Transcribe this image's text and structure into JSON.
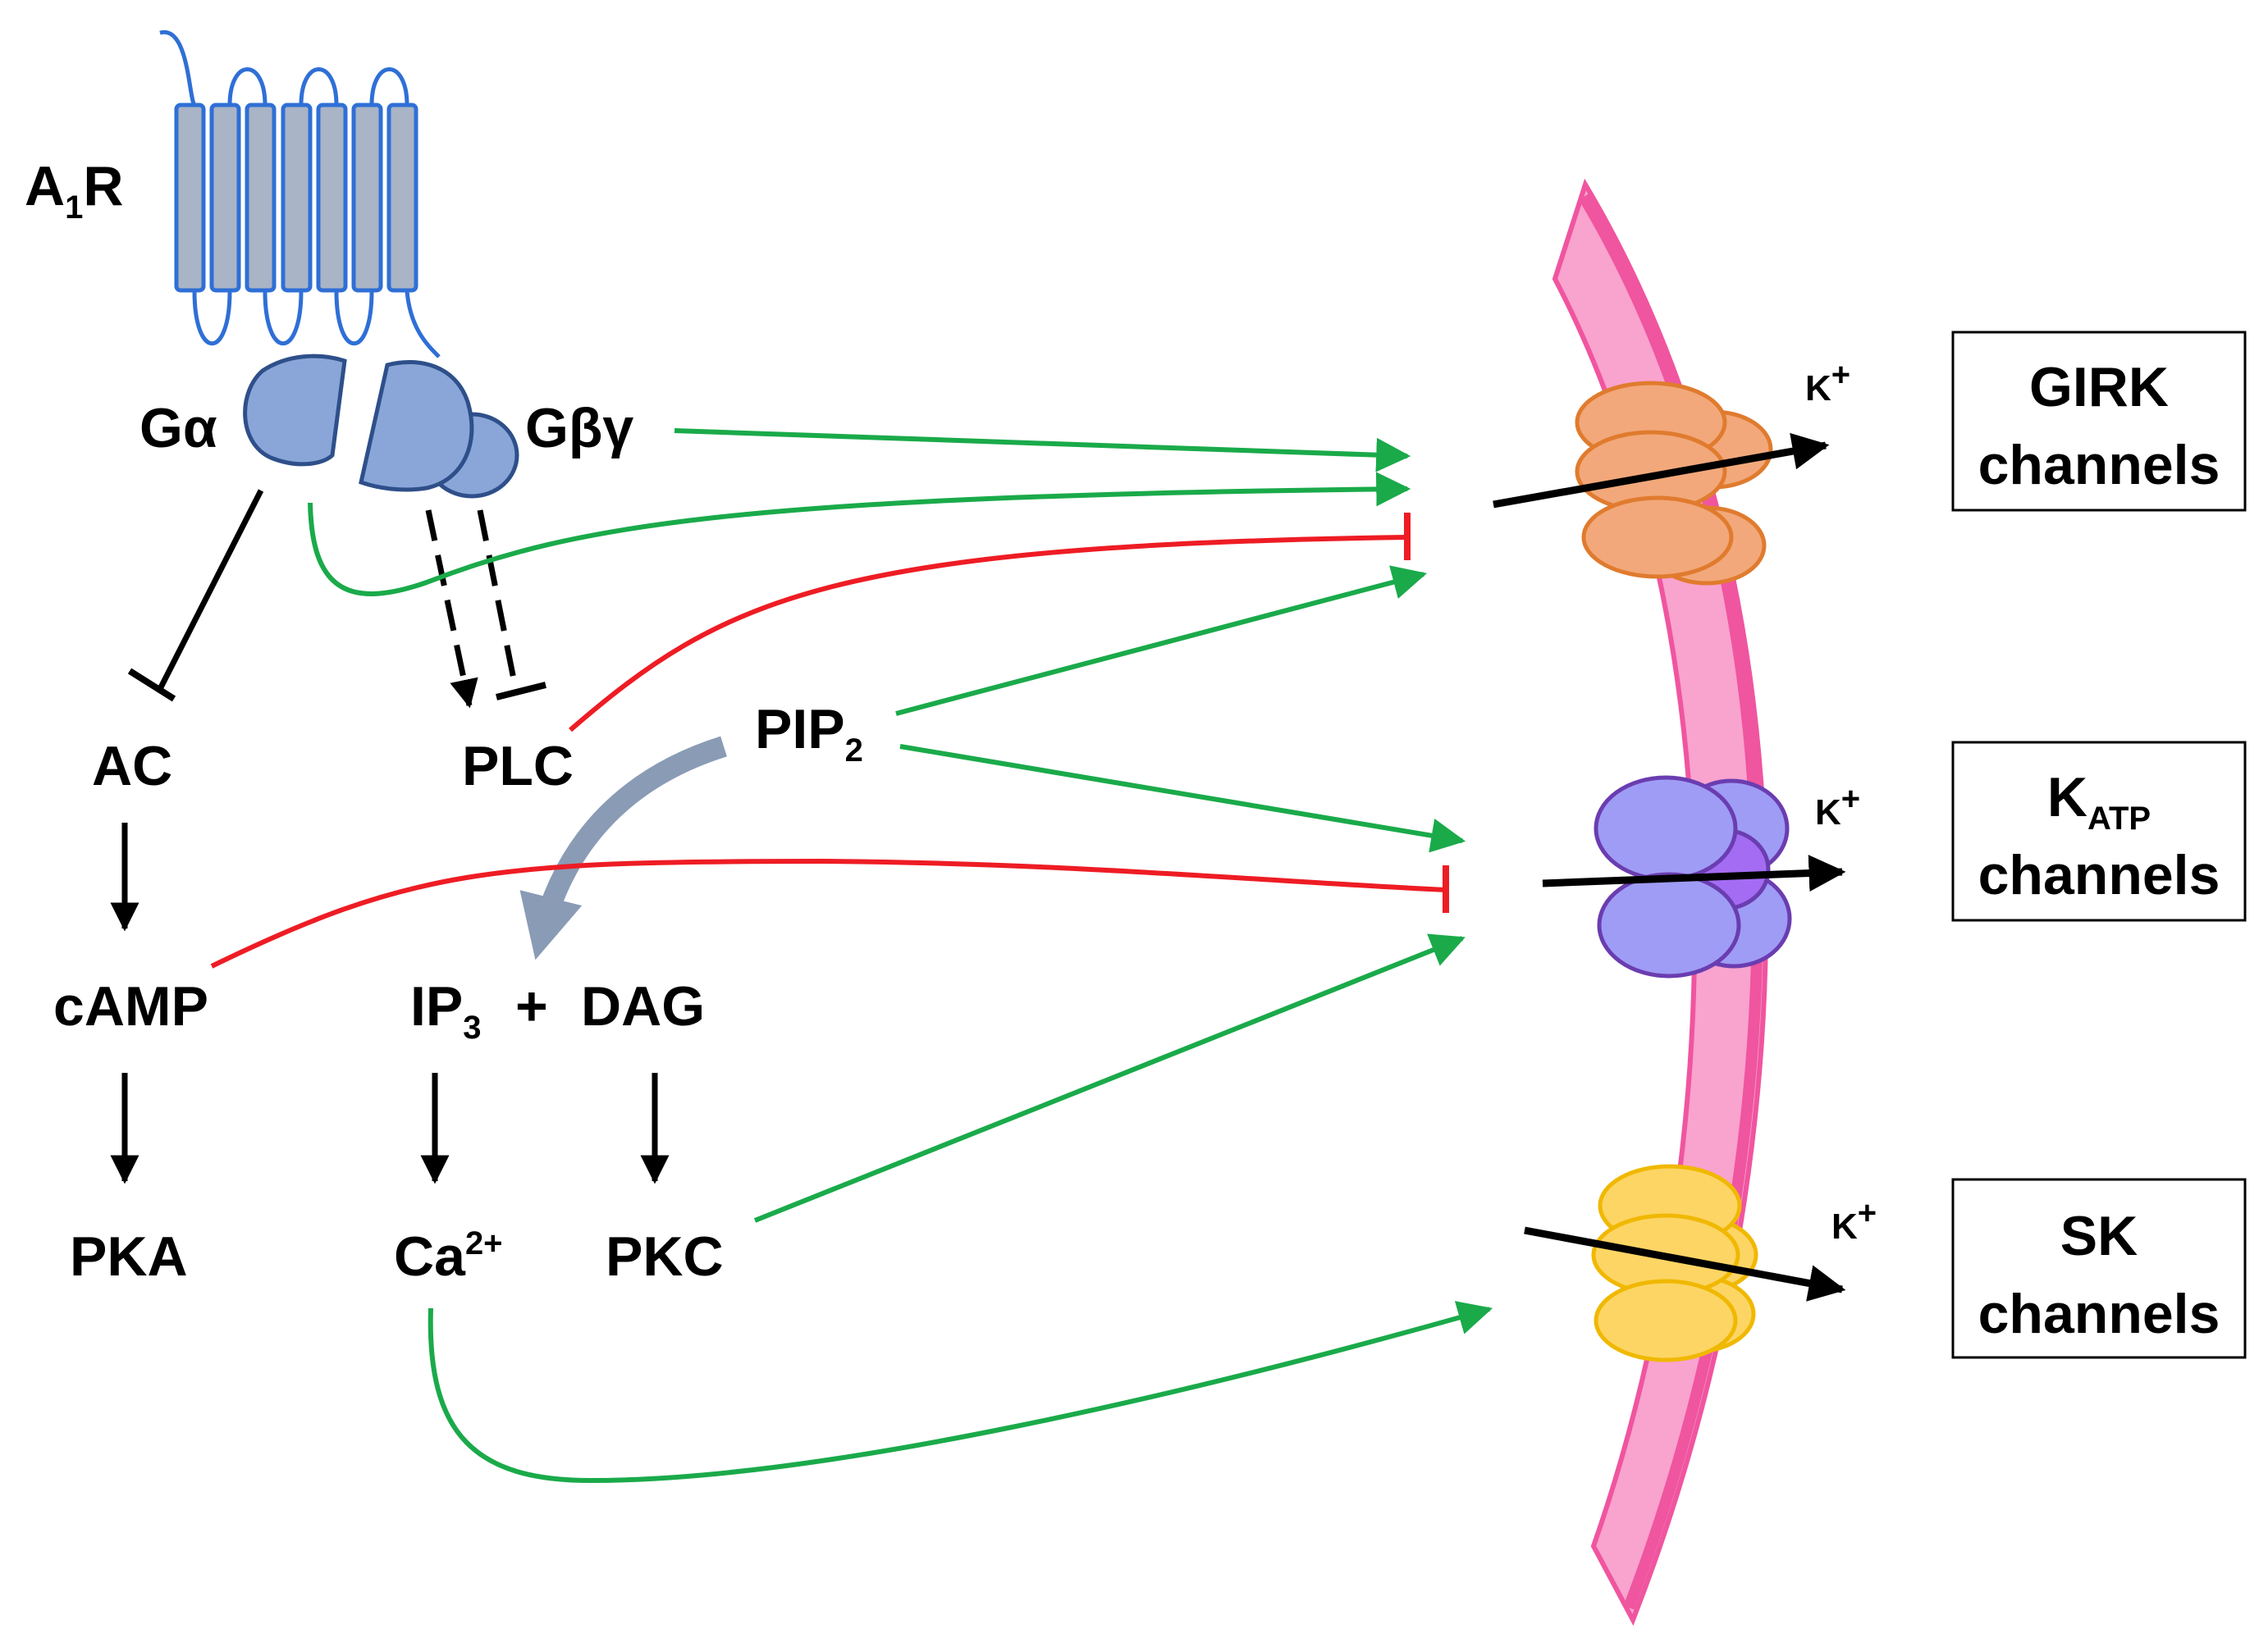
{
  "receptor": {
    "label_main": "A",
    "label_sub": "1",
    "label_tail": "R"
  },
  "g_protein": {
    "alpha_label": "Gα",
    "betagamma_label": "Gβγ"
  },
  "nodes": {
    "ac": "AC",
    "camp": "cAMP",
    "pka": "PKA",
    "plc": "PLC",
    "pip2_main": "PIP",
    "pip2_sub": "2",
    "ip3_main": "IP",
    "ip3_sub": "3",
    "plus": "+",
    "dag": "DAG",
    "ca_main": "Ca",
    "ca_sup": "2+",
    "pkc": "PKC"
  },
  "ion": {
    "main": "K",
    "sup": "+"
  },
  "channels": {
    "girk": {
      "line1": "GIRK",
      "line2": "channels"
    },
    "katp": {
      "line1_main": "K",
      "line1_sub": "ATP",
      "line2": "channels"
    },
    "sk": {
      "line1": "SK",
      "line2": "channels"
    }
  },
  "colors": {
    "activation": "#1aaa4a",
    "inhibition": "#ee1c24",
    "black": "#000000",
    "pathway_arrow": "#8a9bb5",
    "membrane_fill": "#f9a3cf",
    "membrane_edge": "#f0559f",
    "receptor_fill": "#a9b4c6",
    "receptor_edge": "#2f6fd6",
    "g_protein_fill": "#8aa6d9",
    "g_protein_edge": "#2e4f8a",
    "girk_fill": "#f2a87a",
    "girk_edge": "#e07b2e",
    "katp_fill": "#9f9cf5",
    "katp_inner": "#a46cf3",
    "katp_edge": "#6a3db0",
    "sk_fill": "#fdd565",
    "sk_edge": "#f0b800"
  }
}
